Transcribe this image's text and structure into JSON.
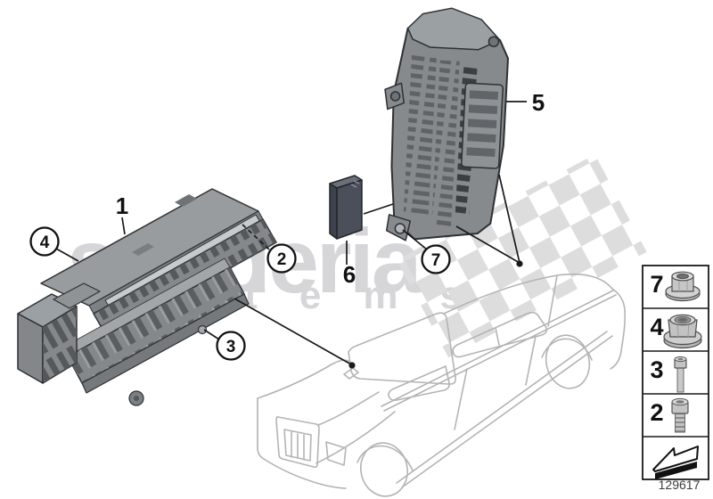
{
  "watermark": {
    "brand": "scuderia",
    "brand_sub": "items"
  },
  "callouts": {
    "item1": {
      "label": "1"
    },
    "item2": {
      "label": "2"
    },
    "item3": {
      "label": "3"
    },
    "item4": {
      "label": "4"
    },
    "item5": {
      "label": "5"
    },
    "item6": {
      "label": "6"
    },
    "item7": {
      "label": "7"
    }
  },
  "legend": {
    "rows": [
      {
        "label": "7",
        "icon": "flange-nut-icon"
      },
      {
        "label": "4",
        "icon": "collar-nut-icon"
      },
      {
        "label": "3",
        "icon": "cheese-head-bolt-icon"
      },
      {
        "label": "2",
        "icon": "socket-head-screw-icon"
      },
      {
        "label": "",
        "icon": "direction-arrow-icon"
      }
    ]
  },
  "footer": {
    "drawing_number": "129617"
  },
  "colors": {
    "part_body": "#84888b",
    "part_top": "#9aa0a3",
    "watermark": "#d6d6d8",
    "checker": "#dddddd",
    "car_outline": "#b4b4b4",
    "line": "#1a1a1a"
  }
}
